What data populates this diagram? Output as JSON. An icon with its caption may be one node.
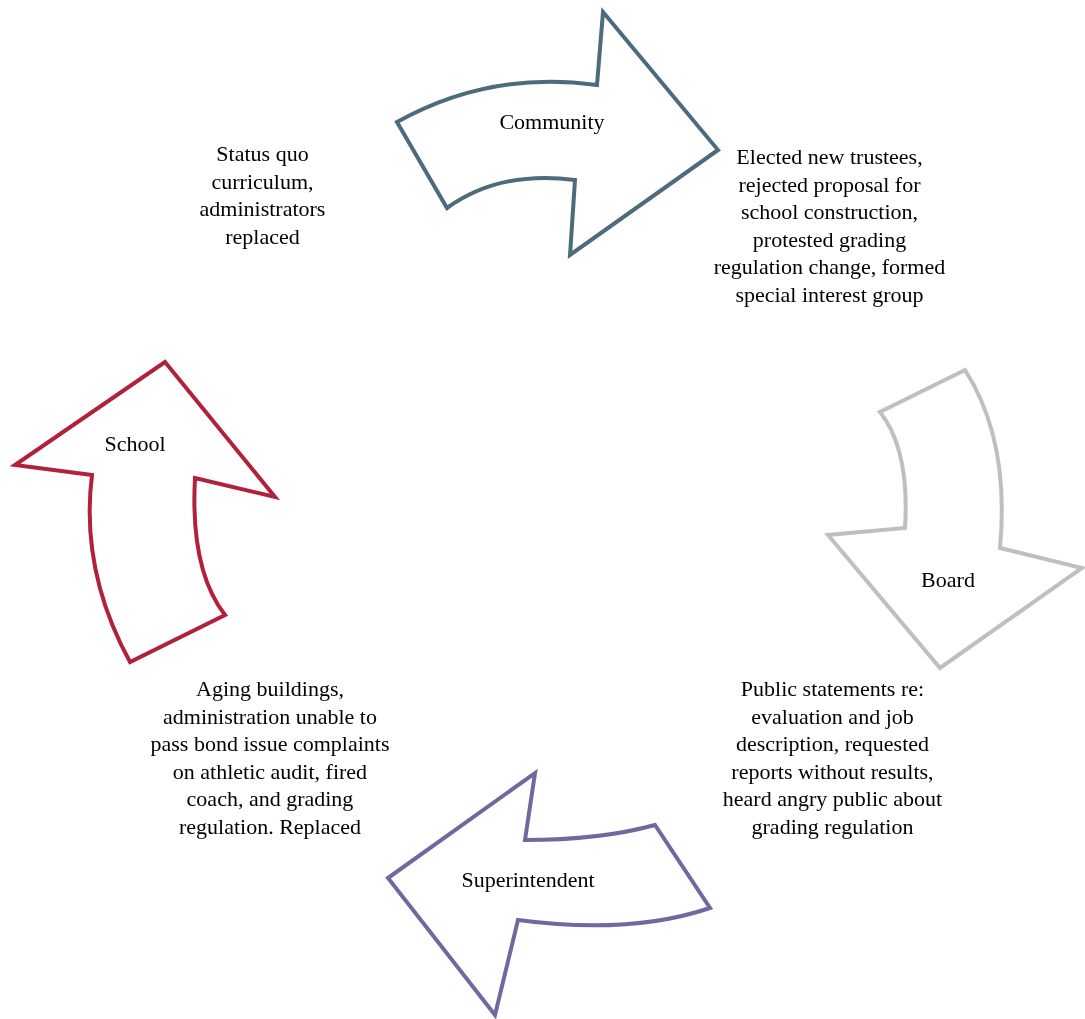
{
  "diagram": {
    "nodes": [
      {
        "text": [
          "Community"
        ]
      },
      {
        "text": [
          "Board"
        ]
      },
      {
        "text": [
          "Superintendent"
        ]
      },
      {
        "text": [
          "School"
        ]
      }
    ],
    "labels": [
      "Status quo curriculum, administrators replaced",
      "Elected new trustees, rejected proposal for school construction, protested grading regulation change, formed special interest group",
      "Aging buildings, administration unable to pass bond issue complaints on athletic audit, fired coach, and grading regulation. Replaced",
      "Public statements re: evaluation and job description, requested reports without results, heard angry public about grading regulation"
    ]
  }
}
